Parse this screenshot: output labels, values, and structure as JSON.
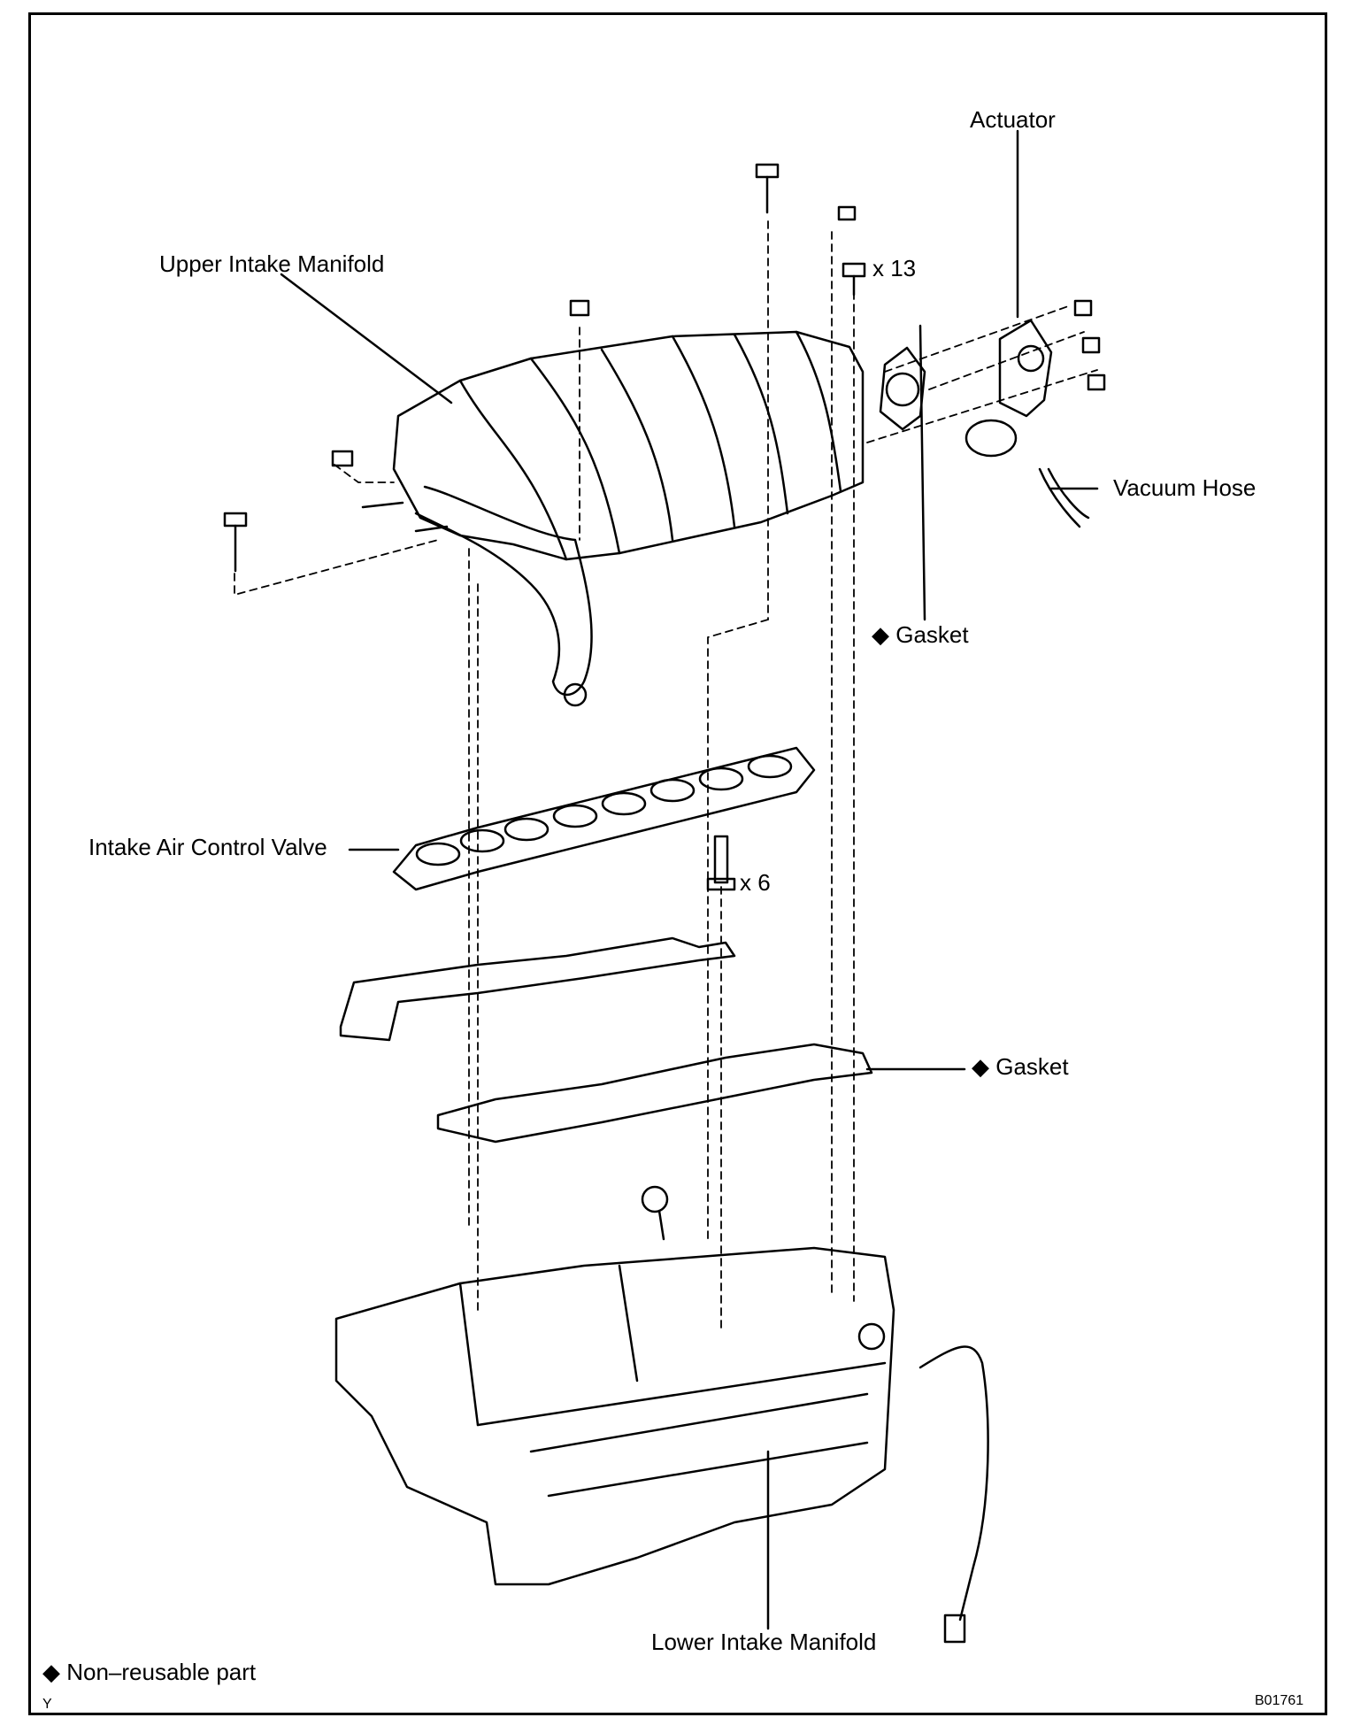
{
  "labels": {
    "actuator": "Actuator",
    "upper_intake_manifold": "Upper Intake Manifold",
    "bolt_qty_13": "x 13",
    "vacuum_hose": "Vacuum Hose",
    "gasket_top": "Gasket",
    "intake_air_control_valve": "Intake Air Control Valve",
    "bolt_qty_6": "x 6",
    "gasket_middle": "Gasket",
    "lower_intake_manifold": "Lower Intake Manifold"
  },
  "legend": {
    "symbol": "◆",
    "text": "Non–reusable part"
  },
  "footer": {
    "corner_mark": "Y",
    "figure_code": "B01761"
  }
}
